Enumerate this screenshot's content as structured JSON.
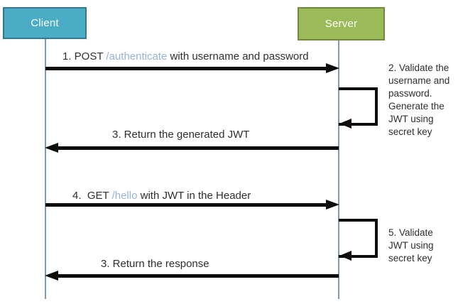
{
  "actors": [
    {
      "label": "Client"
    },
    {
      "label": "Server"
    }
  ],
  "messages": [
    {
      "prefix": "1. POST ",
      "link": "/authenticate",
      "suffix": " with username and password",
      "direction": "client-to-server"
    },
    {
      "text": "2. Validate the username and password. Generate the JWT using secret key",
      "kind": "server-self-loop"
    },
    {
      "text": "3. Return the generated JWT",
      "direction": "server-to-client"
    },
    {
      "prefix": "4.  GET ",
      "link": "/hello",
      "suffix": " with JWT in the Header",
      "direction": "client-to-server"
    },
    {
      "text": "5. Validate JWT using secret key",
      "kind": "server-self-loop"
    },
    {
      "text": "3. Return the response",
      "direction": "server-to-client"
    }
  ],
  "colors": {
    "client_fill": "#4BACC6",
    "client_border": "#35798F",
    "server_fill": "#9BBB59",
    "server_border": "#71893F",
    "lifeline": "#7E9DB4",
    "arrow": "#0d0d0d",
    "text": "#2e2e2e",
    "link": "#95B3D7",
    "bg": "#ffffff"
  }
}
